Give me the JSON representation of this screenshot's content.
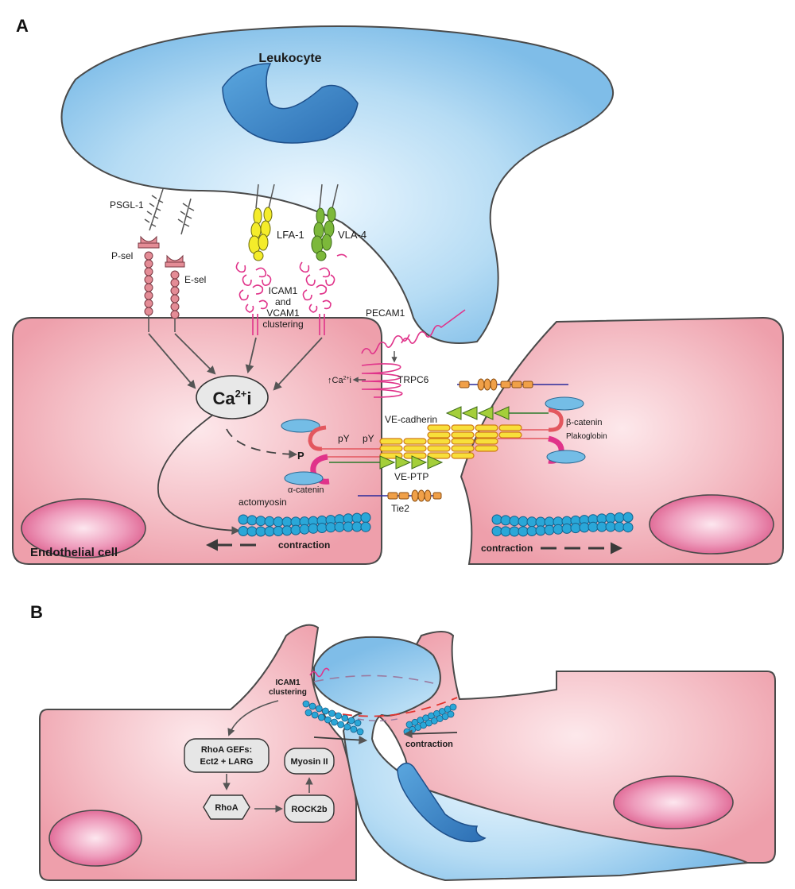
{
  "panel_a": {
    "letter": "A",
    "leukocyte": "Leukocyte",
    "psgl1": "PSGL-1",
    "psel": "P-sel",
    "esel": "E-sel",
    "lfa1": "LFA-1",
    "vla4": "VLA-4",
    "icam_line1": "ICAM1",
    "icam_line2": "and",
    "icam_line3": "VCAM1",
    "icam_line4": "clustering",
    "pecam1": "PECAM1",
    "trpc6": "TRPC6",
    "ca_small": "Ca",
    "ca_small_sup": "2+",
    "ca_small_i": "i",
    "ca_big": "Ca",
    "ca_big_sup": "2+",
    "ca_big_i": "i",
    "py1": "pY",
    "py2": "pY",
    "p": "P",
    "alpha_catenin": "α-catenin",
    "ve_cadherin": "VE-cadherin",
    "beta_catenin": "β-catenin",
    "plakoglobin": "Plakoglobin",
    "ve_ptp": "VE-PTP",
    "tie2": "Tie2",
    "actomyosin": "actomyosin",
    "endothelial": "Endothelial cell",
    "contraction_left": "contraction",
    "contraction_right": "contraction"
  },
  "panel_b": {
    "letter": "B",
    "icam_line1": "ICAM1",
    "icam_line2": "clustering",
    "gef_line1": "RhoA GEFs:",
    "gef_line2": "Ect2 + LARG",
    "rhoa": "RhoA",
    "rock": "ROCK2b",
    "myosin": "Myosin II",
    "contraction": "contraction"
  },
  "colors": {
    "cell_pink": "#f2b8c0",
    "cell_edge": "#4a4a4a",
    "leukocyte_blue": "#9fd0ef",
    "nucleus_blue": "#3f86c8",
    "nucleus_pink": "#e26b95",
    "selectin": "#e48c96",
    "icam_magenta": "#e0338a",
    "lfa_yellow": "#f4ec2a",
    "vla_green": "#7cb83a",
    "cadherin_yellow": "#f8df3a",
    "ptp_green": "#a4cf3a",
    "myosin_cyan": "#2aa7d8",
    "catenin_blue": "#74bde6",
    "tie_orange": "#f0a048"
  }
}
